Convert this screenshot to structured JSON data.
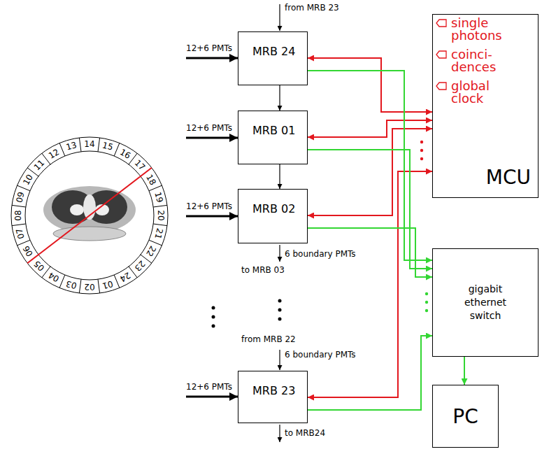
{
  "diagram": {
    "nodes": [
      {
        "text": [
          "MRB 24"
        ]
      },
      {
        "text": [
          "MRB 01"
        ]
      },
      {
        "text": [
          "MRB 02"
        ]
      },
      {
        "text": [
          "MRB 23"
        ]
      },
      {
        "text": [
          "single photons",
          "coinci- dences",
          "global clock",
          "MCU"
        ]
      },
      {
        "text": [
          "gigabit ethernet switch"
        ]
      },
      {
        "text": [
          "PC"
        ]
      }
    ],
    "edges": [
      {
        "from": 0,
        "to": 1,
        "arrow": "to"
      },
      {
        "from": 1,
        "to": 2,
        "arrow": "to"
      },
      {
        "from": 0,
        "to": 4,
        "arrow": "both"
      },
      {
        "from": 1,
        "to": 4,
        "arrow": "both"
      },
      {
        "from": 2,
        "to": 4,
        "arrow": "both"
      },
      {
        "from": 3,
        "to": 4,
        "arrow": "both"
      },
      {
        "from": 0,
        "to": 5,
        "arrow": "to"
      },
      {
        "from": 1,
        "to": 5,
        "arrow": "to"
      },
      {
        "from": 2,
        "to": 5,
        "arrow": "to"
      },
      {
        "from": 3,
        "to": 5,
        "arrow": "to"
      },
      {
        "from": 5,
        "to": 6,
        "arrow": "to"
      }
    ],
    "labels": [
      "12+6 PMTs",
      "12+6 PMTs",
      "12+6 PMTs",
      "12+6 PMTs",
      "from MRB 23",
      "6 boundary PMTs",
      "to MRB 03",
      "from MRB 22",
      "6 boundary PMTs",
      "to MRB24",
      "01",
      "02",
      "03",
      "04",
      "05",
      "06",
      "07",
      "08",
      "09",
      "10",
      "11",
      "12",
      "13",
      "14",
      "15",
      "16",
      "17",
      "18",
      "19",
      "20",
      "21",
      "22",
      "23",
      "24"
    ]
  }
}
